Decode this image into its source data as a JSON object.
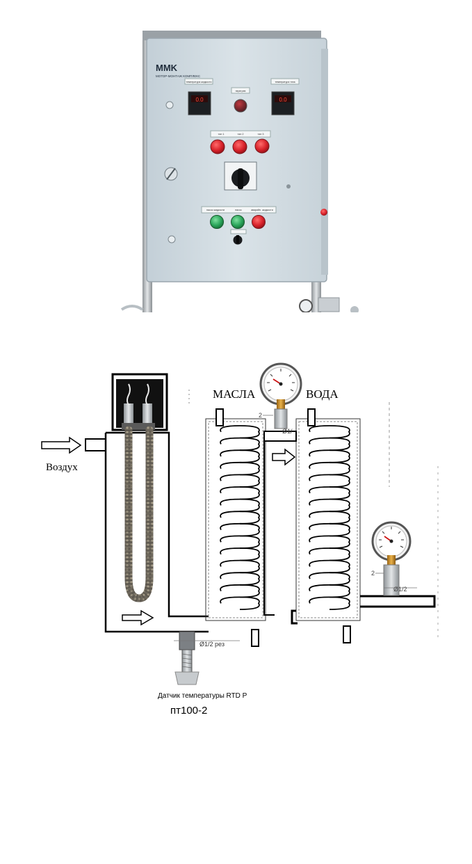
{
  "cabinet": {
    "logo": "MMK",
    "logo_sub": "МОТОР-МОНТАЖ КОМПЛЕКС",
    "label_left_display": "температура жидкости",
    "label_center_lamp": "перегрев",
    "label_right_display": "температура тэна",
    "heater_labels": [
      "тэн 1",
      "тэн 2",
      "тэн 3"
    ],
    "pump_labels": [
      "насос жидкости",
      "насос",
      "аварийн. жидкости"
    ],
    "display_left_value": "0.0",
    "display_right_value": "0.0"
  },
  "diagram": {
    "label_oil": "МАСЛА",
    "label_water": "ВОДА",
    "label_air": "Воздух",
    "dim_2_top": "2",
    "dim_thread_top": "Ø1/",
    "dim_2_right": "2",
    "dim_thread_right": "Ø1/2",
    "dim_thread_bottom": "Ø1/2 рез",
    "sensor_caption": "Датчик температуры RTD P",
    "sensor_model": "пт100-2"
  },
  "colors": {
    "cabinet_body": "#d3dde3",
    "red_lamp": "#d8222a",
    "green_lamp": "#2aa55a",
    "brass": "#c98a22"
  }
}
